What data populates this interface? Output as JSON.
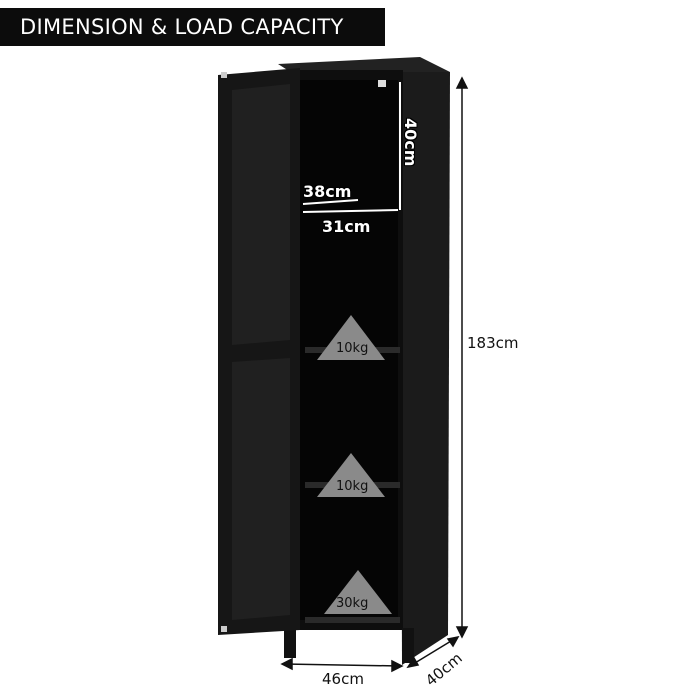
{
  "title": "DIMENSION & LOAD CAPACITY",
  "dimensions": {
    "height": "183cm",
    "width": "46cm",
    "depth": "40cm",
    "interior_height": "40cm",
    "interior_depth": "38cm",
    "interior_width": "31cm"
  },
  "loads": [
    "10kg",
    "10kg",
    "30kg"
  ],
  "colors": {
    "cabinet": "#141414",
    "triangle": "#8a8a8a",
    "title_bg": "#0c0c0c"
  }
}
